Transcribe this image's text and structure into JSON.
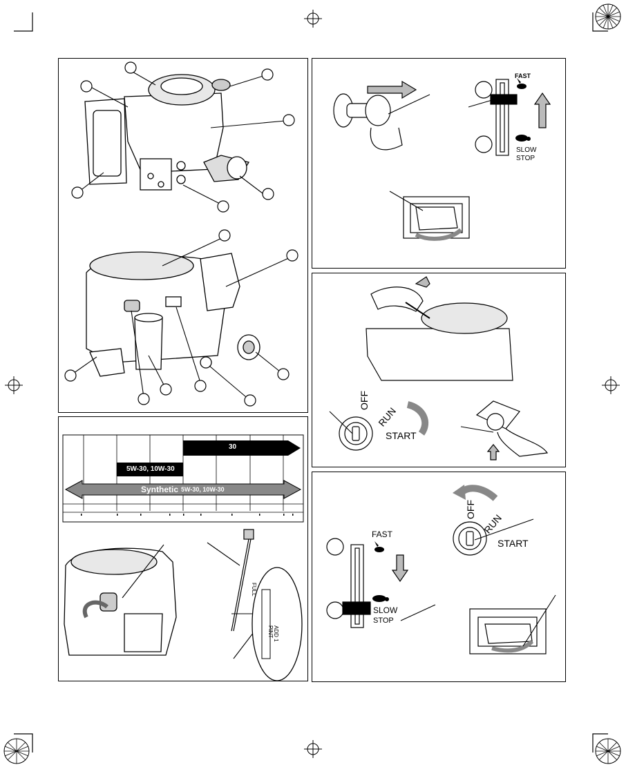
{
  "oil_chart": {
    "grade_30": "30",
    "grade_multi": "5W-30,  10W-30",
    "synthetic_word": "Synthetic",
    "synthetic_grades": "5W-30,  10W-30"
  },
  "dipstick": {
    "full_mark": "FULL",
    "add_mark": "ADD 1 PINT"
  },
  "throttle_top": {
    "fast": "FAST",
    "slow": "SLOW",
    "stop": "STOP"
  },
  "key_switch_mid": {
    "off": "OFF",
    "run": "RUN",
    "start": "START"
  },
  "throttle_bottom": {
    "fast": "FAST",
    "slow": "SLOW",
    "stop": "STOP"
  },
  "key_switch_bottom": {
    "off": "OFF",
    "run": "RUN",
    "start": "START"
  }
}
